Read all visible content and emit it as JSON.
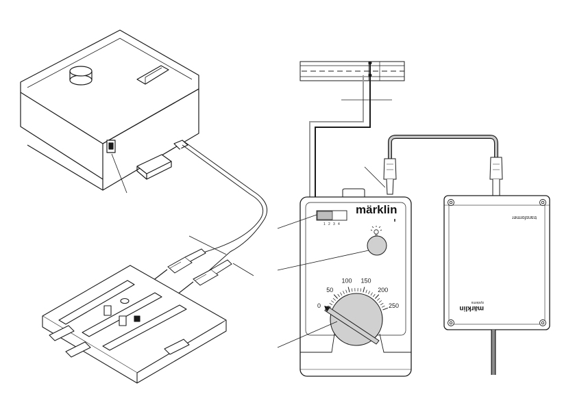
{
  "controller": {
    "brand": "märklin",
    "direction_digits": [
      "1",
      "2",
      "3",
      "4"
    ],
    "speed_scale": [
      "0",
      "50",
      "100",
      "150",
      "200",
      "250"
    ],
    "light_symbol": "light-bulb-icon"
  },
  "transformer": {
    "label": "transformer",
    "brand": "märklin",
    "brand_sub": "systems"
  },
  "colors": {
    "line": "#1a1a1a",
    "grey_wire": "#9a9a9a",
    "knob_fill": "#d0d0d0",
    "panel_fill": "#ffffff"
  }
}
